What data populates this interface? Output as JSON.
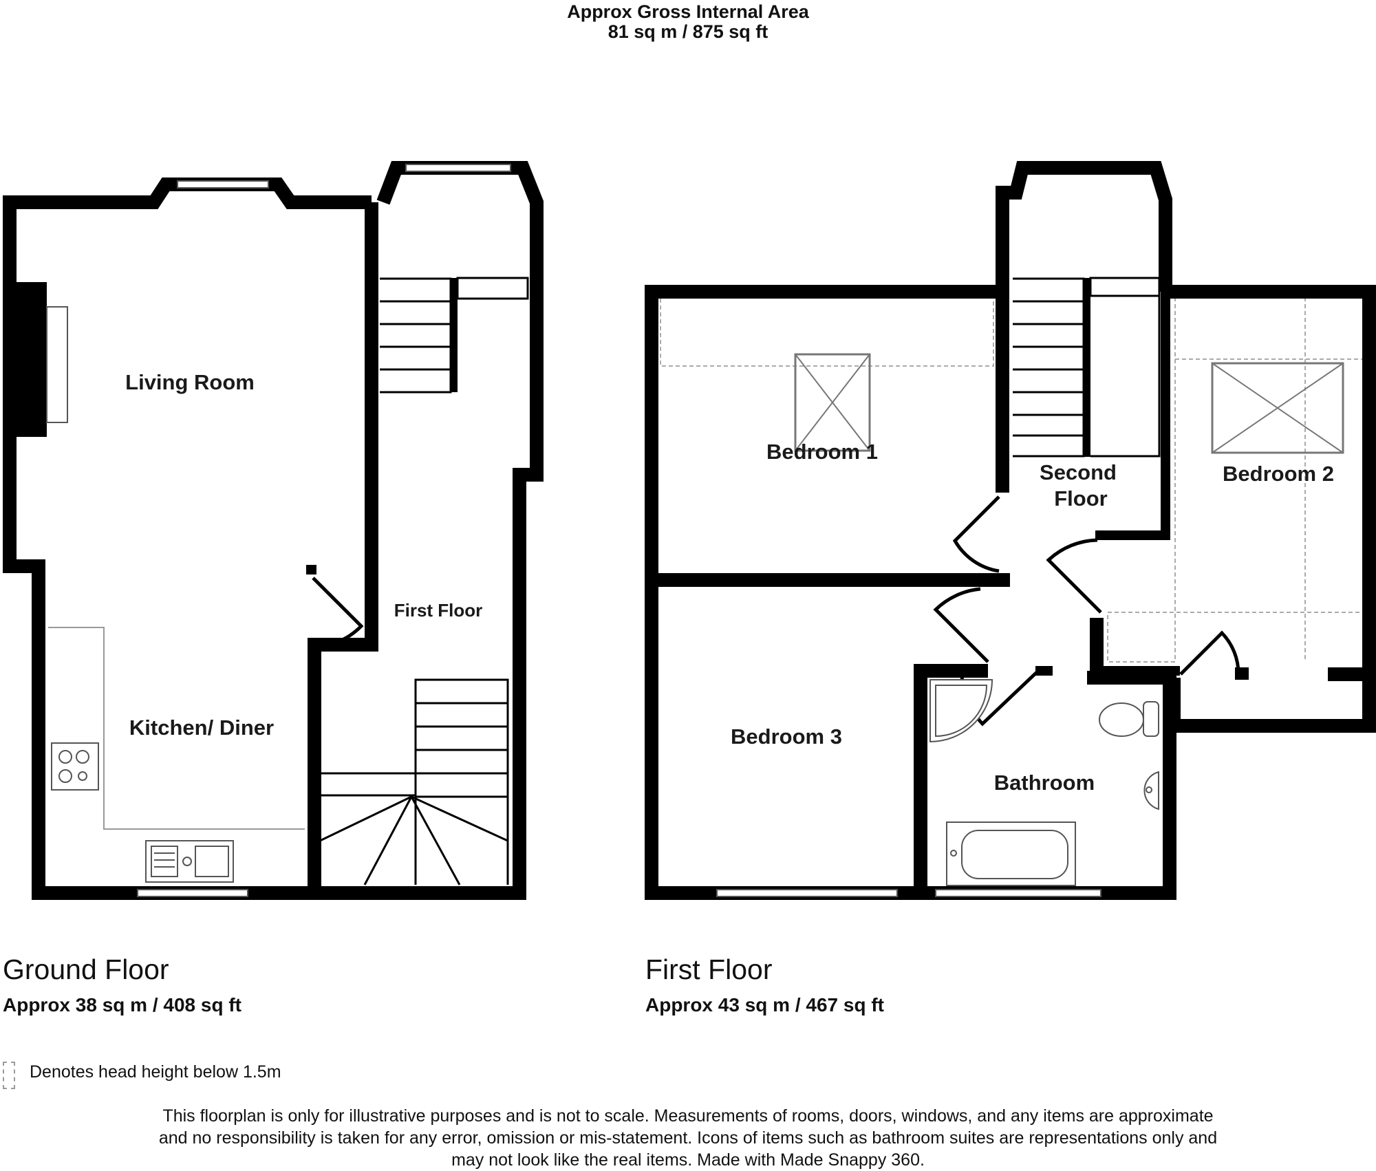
{
  "header": {
    "line1": "Approx Gross Internal Area",
    "line2": "81 sq m / 875 sq ft"
  },
  "floors": [
    {
      "name": "Ground Floor",
      "area": "Approx 38 sq m / 408 sq ft",
      "rooms": [
        "Living Room",
        "Kitchen/ Diner",
        "First Floor"
      ]
    },
    {
      "name": "First Floor",
      "area": "Approx 43 sq m / 467 sq ft",
      "rooms": [
        "Bedroom 1",
        "Second",
        "Floor",
        "Bedroom 2",
        "Bedroom 3",
        "Bathroom"
      ]
    }
  ],
  "legend": {
    "text": "Denotes head height below 1.5m"
  },
  "disclaimer": [
    "This floorplan is only for illustrative purposes and is not to scale. Measurements of rooms, doors, windows, and any items are approximate",
    "and no responsibility is taken for any error, omission or mis-statement. Icons of items such as bathroom suites are representations only and",
    "may not look like the real items. Made with Made Snappy 360."
  ],
  "colors": {
    "wall": "#000000",
    "fixture": "#555555",
    "low_headroom": "#aaaaaa"
  }
}
